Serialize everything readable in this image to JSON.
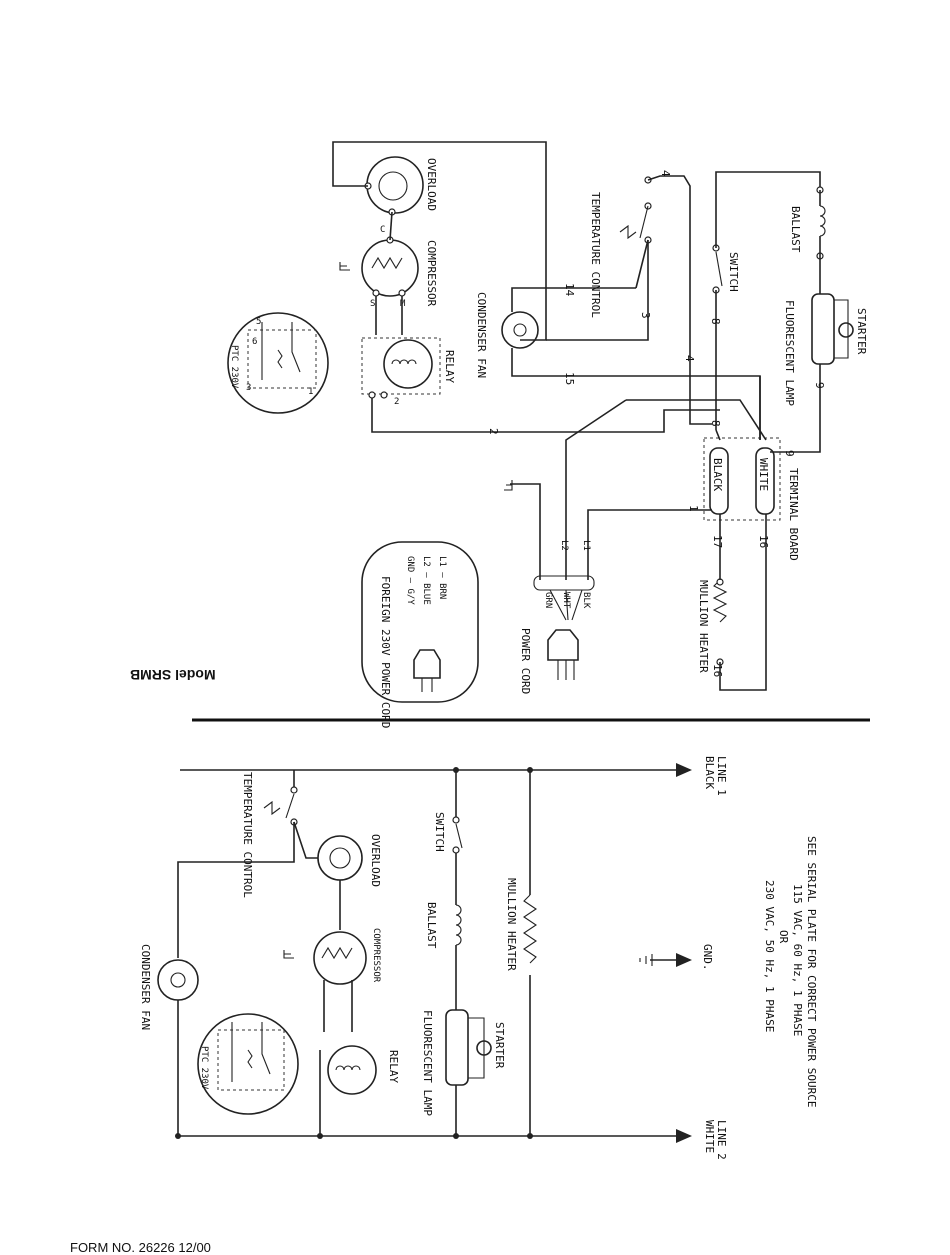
{
  "model_label": "Model SRMB",
  "form_number": "FORM NO. 26226 12/00",
  "pictorial": {
    "components": {
      "overload": "OVERLOAD",
      "compressor": "COMPRESSOR",
      "relay": "RELAY",
      "ptc": "PTC 230V",
      "condenser_fan": "CONDENSER FAN",
      "temperature_control": "TEMPERATURE CONTROL",
      "switch": "SWITCH",
      "ballast": "BALLAST",
      "starter": "STARTER",
      "fluorescent_lamp": "FLUORESCENT LAMP",
      "terminal_board": "TERMINAL BOARD",
      "black_terminal": "BLACK",
      "white_terminal": "WHITE",
      "mullion_heater": "MULLION HEATER",
      "power_cord": "POWER CORD",
      "foreign_cord": "FOREIGN 230V POWER CORD"
    },
    "wire_numbers": [
      "1",
      "2",
      "3",
      "4",
      "8",
      "9",
      "14",
      "15",
      "16",
      "17"
    ],
    "cord_lines": {
      "l1": "L1",
      "l2": "L2",
      "blk": "BLK",
      "wht": "WHT",
      "grn": "GRN"
    },
    "foreign_lines": {
      "l1": "L1 — BRN",
      "l2": "L2 — BLUE",
      "gnd": "GND — G/Y"
    },
    "pins": {
      "c": "C",
      "s": "S",
      "m": "M",
      "p1": "1",
      "p2": "2",
      "p3": "3",
      "p5": "5",
      "p6": "6"
    }
  },
  "schematic": {
    "line1": "LINE 1",
    "line1_color": "BLACK",
    "line2": "LINE 2",
    "line2_color": "WHITE",
    "gnd": "GND.",
    "temperature_control": "TEMPERATURE CONTROL",
    "overload": "OVERLOAD",
    "compressor": "COMPRESSOR",
    "relay": "RELAY",
    "ptc": "PTC 230V",
    "condenser_fan": "CONDENSER FAN",
    "switch": "SWITCH",
    "ballast": "BALLAST",
    "starter": "STARTER",
    "fluorescent_lamp": "FLUORESCENT LAMP",
    "mullion_heater": "MULLION HEATER",
    "power_note": [
      "SEE SERIAL PLATE FOR CORRECT POWER SOURCE",
      "115 VAC, 60 Hz, 1 PHASE",
      "OR",
      "230 VAC, 50 Hz, 1 PHASE"
    ]
  }
}
